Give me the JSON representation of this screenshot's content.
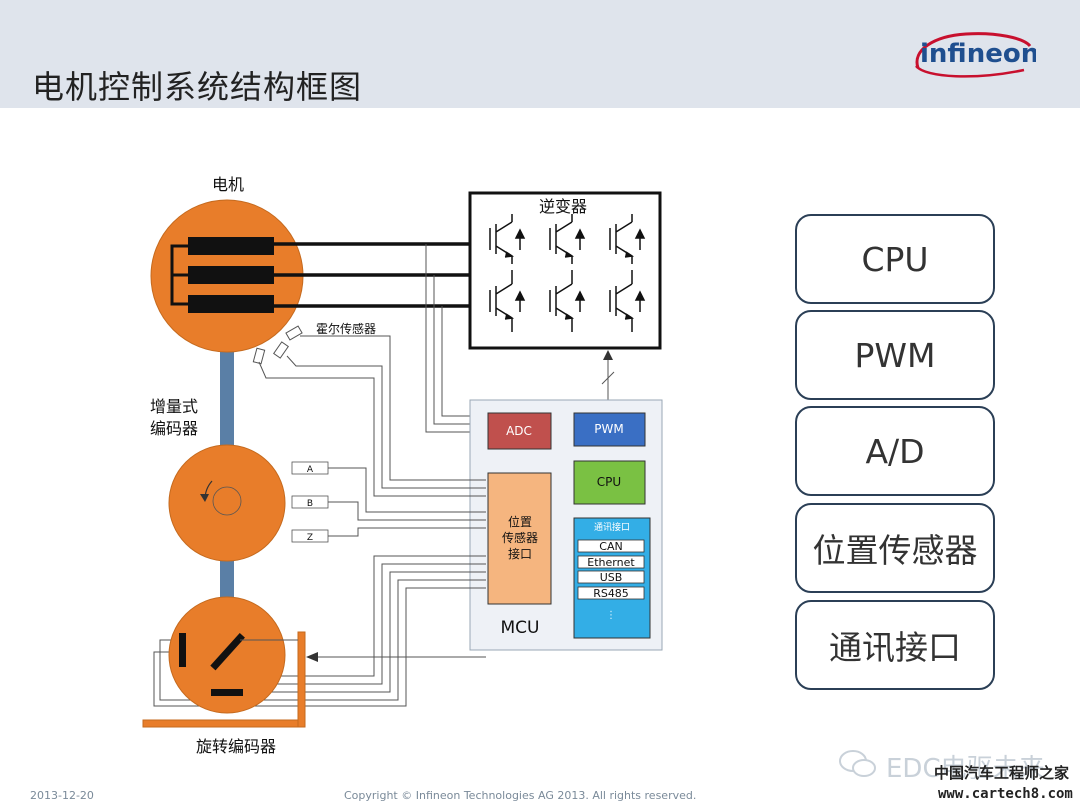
{
  "page": {
    "title": "电机控制系统结构框图"
  },
  "brand": {
    "logo_text": "infineon",
    "color": "#c8102e",
    "accent": "#1f4f8f"
  },
  "diagram": {
    "motor_label": "电机",
    "inverter_label": "逆变器",
    "hall_label": "霍尔传感器",
    "encoder_label_line1": "增量式",
    "encoder_label_line2": "编码器",
    "resolver_label": "旋转编码器",
    "mcu_label": "MCU",
    "adc_label": "ADC",
    "pwm_label": "PWM",
    "cpu_label": "CPU",
    "pos_if_line1": "位置",
    "pos_if_line2": "传感器",
    "pos_if_line3": "接口",
    "comm_title": "通讯接口",
    "comm_items": [
      "CAN",
      "Ethernet",
      "USB",
      "RS485"
    ],
    "encoder_signals": [
      "A",
      "B",
      "Z"
    ]
  },
  "colors": {
    "motor": "#e87d2a",
    "shaft": "#5a7fa6",
    "adc": "#c0504d",
    "pwm": "#3a6fc4",
    "cpu": "#7ac143",
    "pos_if": "#f5b57f",
    "comm": "#33aee6",
    "mcu_bg": "#eef1f6"
  },
  "summary_boxes": [
    "CPU",
    "PWM",
    "A/D",
    "位置传感器",
    "通讯接口"
  ],
  "footer": {
    "date": "2013-12-20",
    "copyright": "Copyright © Infineon Technologies AG 2013. All rights reserved."
  },
  "watermark": {
    "text": "EDC电驱未来",
    "site_cn": "中国汽车工程师之家",
    "site_url": "www.cartech8.com"
  }
}
